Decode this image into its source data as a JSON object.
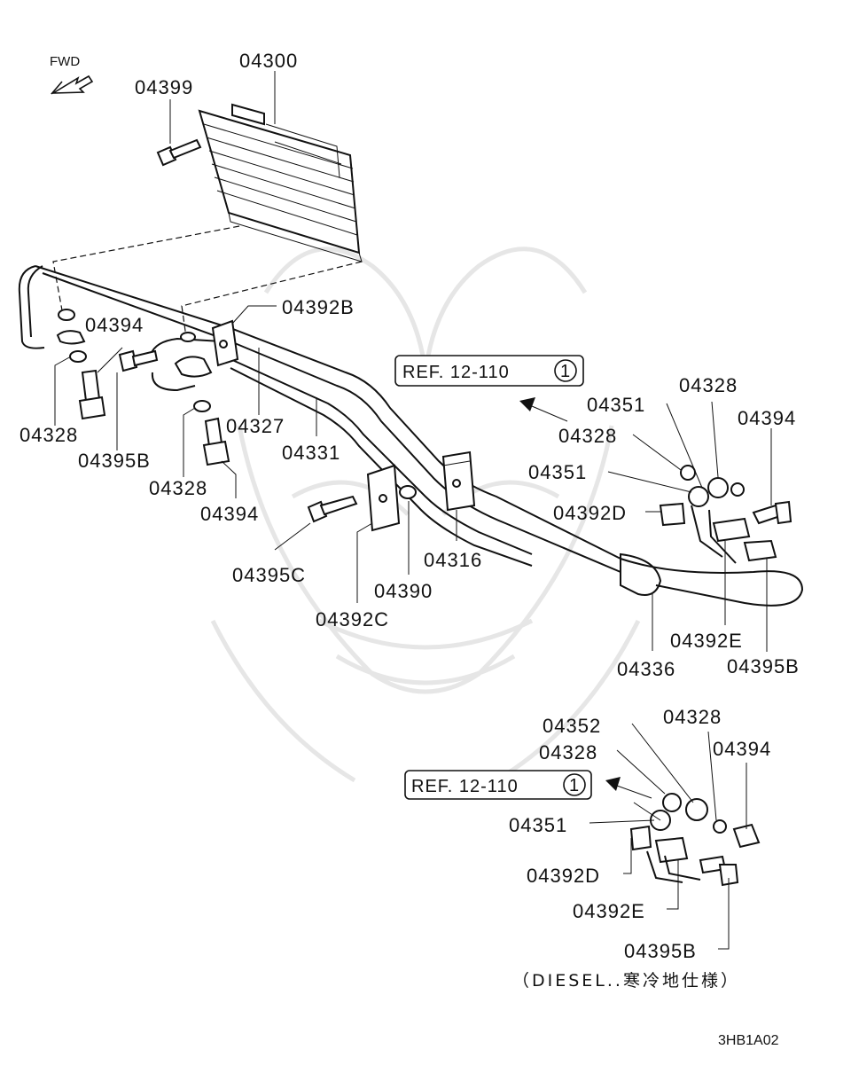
{
  "fwd_label": "FWD",
  "diagram_code": "3HB1A02",
  "ref_labels": [
    {
      "text": "REF. 12-110",
      "circled": "1"
    },
    {
      "text": "REF. 12-110",
      "circled": "1"
    }
  ],
  "diesel_note": "（DIESEL..寒冷地仕様）",
  "parts": [
    "04300",
    "04399",
    "04392B",
    "04394",
    "04328",
    "04395B",
    "04327",
    "04331",
    "04328",
    "04394",
    "04395C",
    "04392C",
    "04390",
    "04316",
    "04351",
    "04328",
    "04328",
    "04394",
    "04351",
    "04392D",
    "04392E",
    "04395B",
    "04336",
    "04352",
    "04328",
    "04328",
    "04394",
    "04351",
    "04392D",
    "04392E",
    "04395B"
  ]
}
